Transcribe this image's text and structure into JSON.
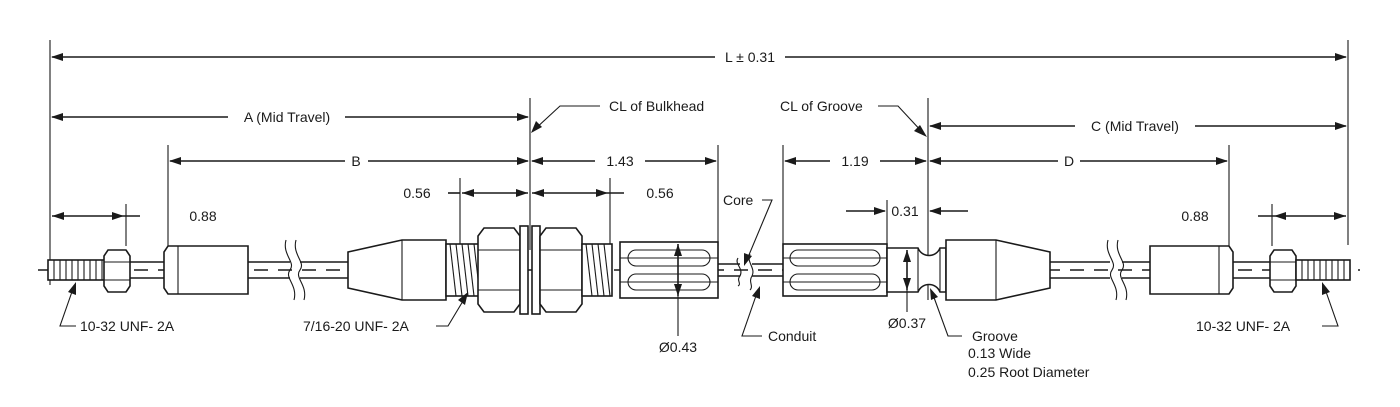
{
  "dimensions": {
    "overall_length": "L ± 0.31",
    "a_mid_travel": "A (Mid Travel)",
    "c_mid_travel": "C (Mid Travel)",
    "b": "B",
    "d": "D",
    "hub_length": "1.43",
    "groove_to_fitting": "1.19",
    "groove_offset": "0.31",
    "nut_left": "0.56",
    "nut_right": "0.56",
    "thread_left": "0.88",
    "thread_right": "0.88",
    "hub_diameter": "Ø0.43",
    "groove_diameter": "Ø0.37"
  },
  "callouts": {
    "cl_bulkhead": "CL of Bulkhead",
    "cl_groove": "CL of Groove",
    "core": "Core",
    "conduit": "Conduit",
    "thread_left": "10-32 UNF- 2A",
    "thread_right": "10-32 UNF- 2A",
    "bulkhead_thread": "7/16-20 UNF- 2A",
    "groove_title": "Groove",
    "groove_width": "0.13 Wide",
    "groove_root": "0.25 Root Diameter"
  }
}
